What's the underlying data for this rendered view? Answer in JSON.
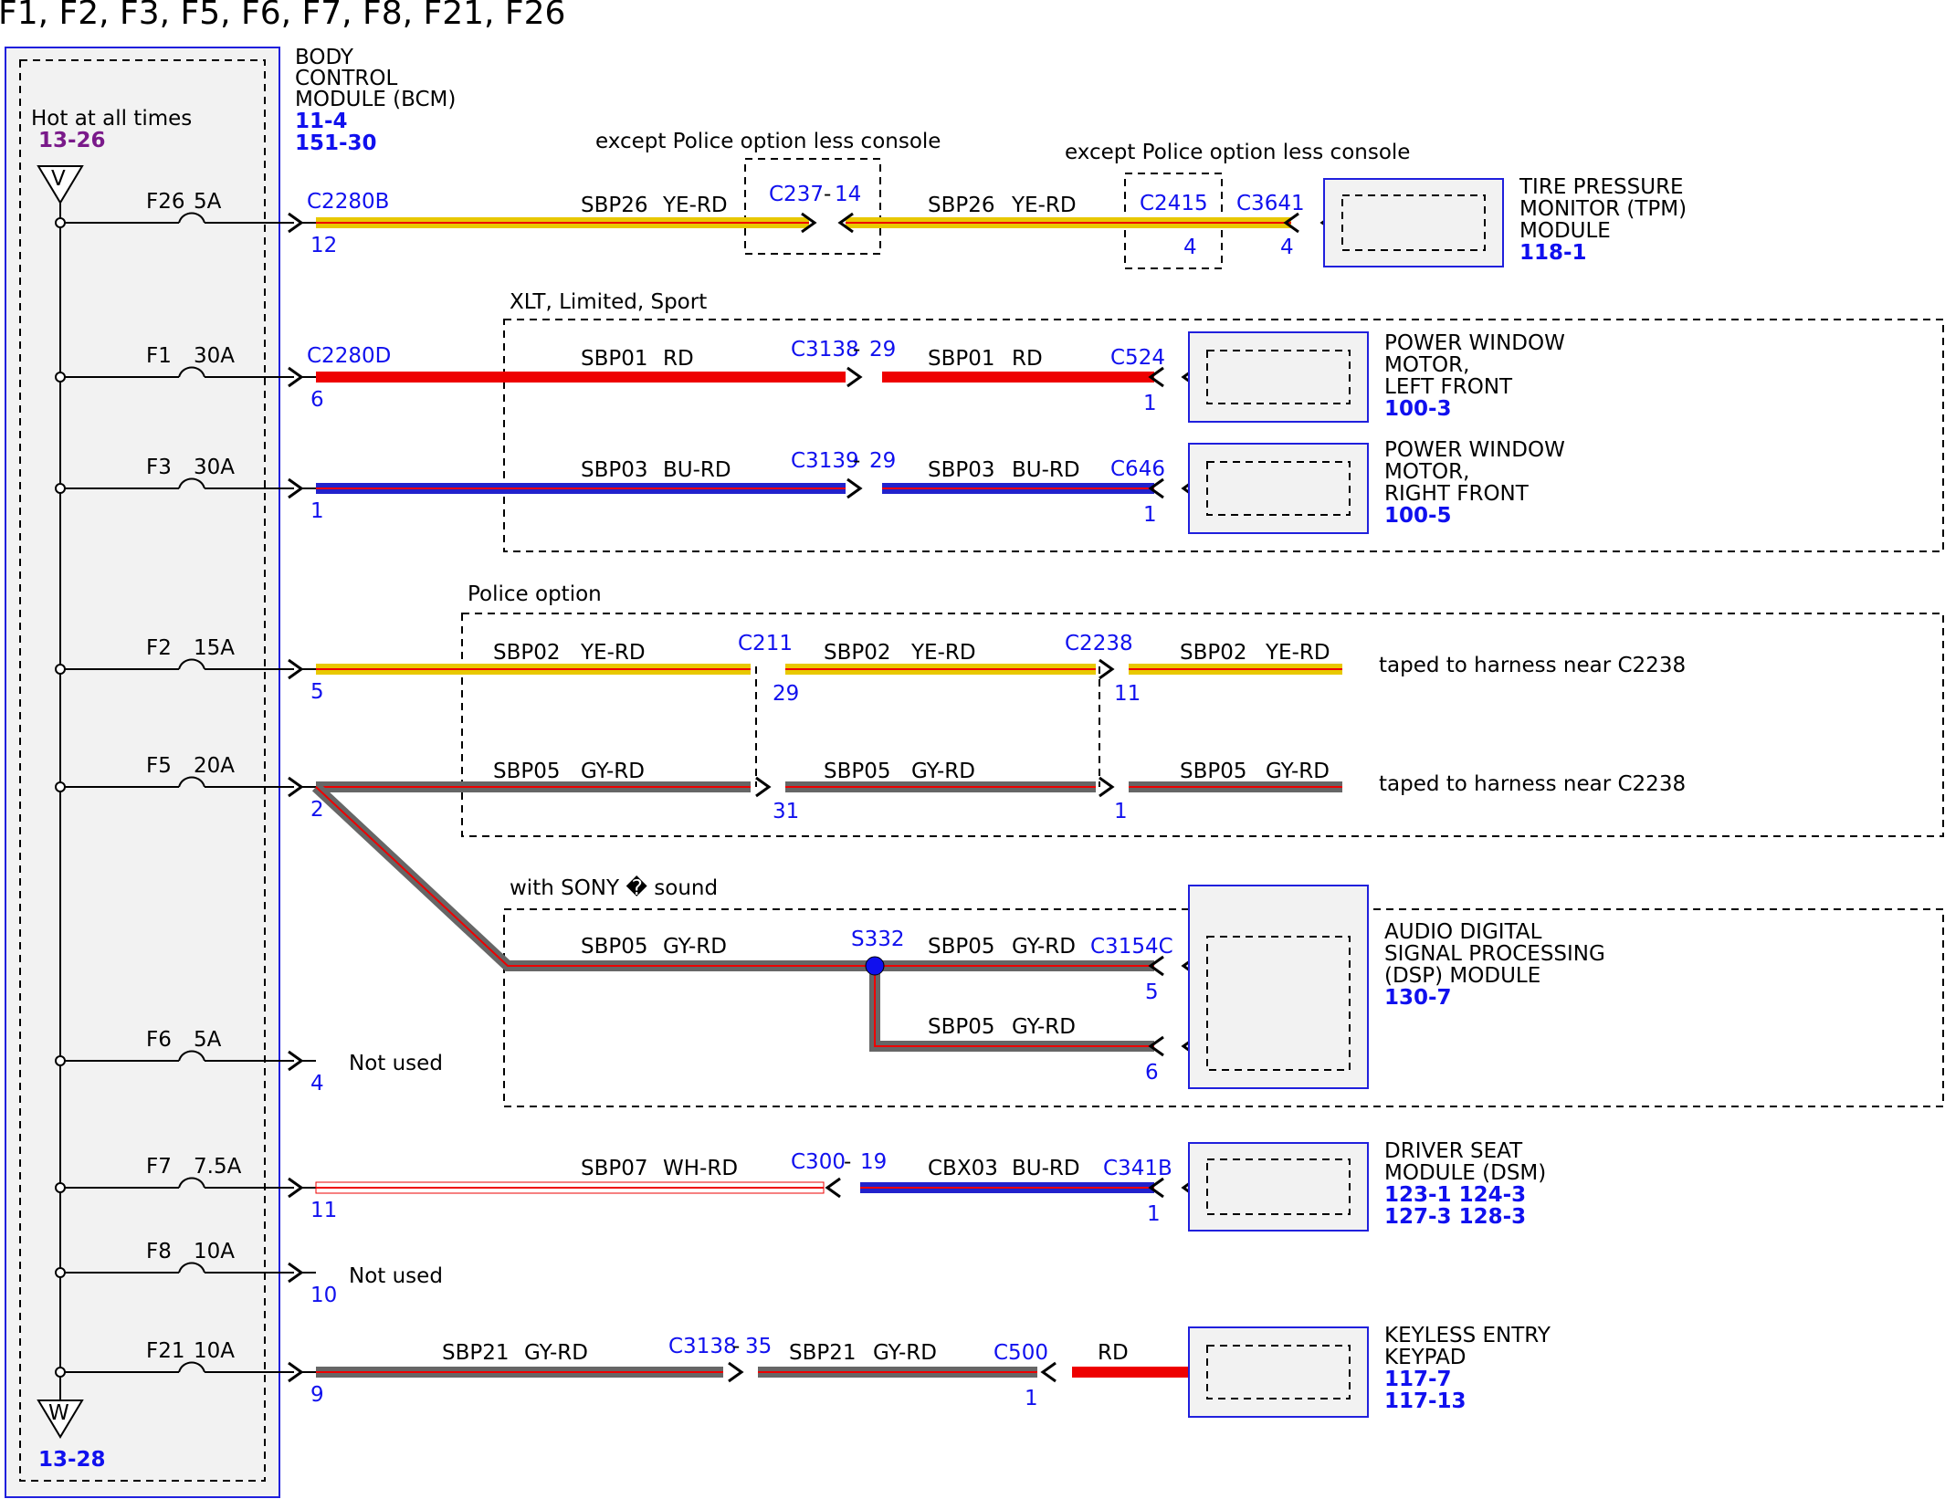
{
  "title": "F1, F2, F3, F5, F6, F7, F8, F21, F26",
  "bcm": {
    "label": [
      "BODY",
      "CONTROL",
      "MODULE (BCM)"
    ],
    "refs": [
      "11-4",
      "151-30"
    ],
    "hot_label": "Hot at all times",
    "hot_ref": "13-26",
    "top_symbol": "V",
    "bottom_symbol": "W",
    "bottom_ref": "13-28"
  },
  "fuses": [
    {
      "id": "F26",
      "name": "F26",
      "rating": "5A",
      "pin": "12",
      "connector": "C2280B"
    },
    {
      "id": "F1",
      "name": "F1",
      "rating": "30A",
      "pin": "6",
      "connector": "C2280D"
    },
    {
      "id": "F3",
      "name": "F3",
      "rating": "30A",
      "pin": "1",
      "connector": ""
    },
    {
      "id": "F2",
      "name": "F2",
      "rating": "15A",
      "pin": "5",
      "connector": ""
    },
    {
      "id": "F5",
      "name": "F5",
      "rating": "20A",
      "pin": "2",
      "connector": ""
    },
    {
      "id": "F6",
      "name": "F6",
      "rating": "5A",
      "pin": "4",
      "connector": ""
    },
    {
      "id": "F7",
      "name": "F7",
      "rating": "7.5A",
      "pin": "11",
      "connector": ""
    },
    {
      "id": "F8",
      "name": "F8",
      "rating": "10A",
      "pin": "10",
      "connector": ""
    },
    {
      "id": "F21",
      "name": "F21",
      "rating": "10A",
      "pin": "9",
      "connector": ""
    }
  ],
  "not_used": "Not used",
  "options": {
    "police_less_console": "except Police option less console",
    "xlt": "XLT, Limited, Sport",
    "police": "Police option",
    "sony": "with SONY � sound"
  },
  "wires": {
    "sbp26": "SBP26",
    "ye_rd": "YE-RD",
    "sbp01": "SBP01",
    "rd": "RD",
    "sbp03": "SBP03",
    "bu_rd": "BU-RD",
    "sbp02": "SBP02",
    "sbp05": "SBP05",
    "gy_rd": "GY-RD",
    "sbp07": "SBP07",
    "wh_rd": "WH-RD",
    "cbx03": "CBX03",
    "sbp21": "SBP21"
  },
  "connectors": {
    "c237": "C237",
    "c237_pin": "14",
    "c2415": "C2415",
    "c2415_pin": "4",
    "c3641": "C3641",
    "c3641_pin": "4",
    "c3138": "C3138",
    "c3138_pin": "29",
    "c524": "C524",
    "c524_pin": "1",
    "c3139": "C3139",
    "c3139_pin": "29",
    "c646": "C646",
    "c646_pin": "1",
    "c211": "C211",
    "c211_pin": "29",
    "c211_pin_b": "31",
    "c2238": "C2238",
    "c2238_pin": "11",
    "c2238_pin_b": "1",
    "s332": "S332",
    "c3154c": "C3154C",
    "c3154c_pin_a": "5",
    "c3154c_pin_b": "6",
    "c300": "C300",
    "c300_pin": "19",
    "c341b": "C341B",
    "c341b_pin": "1",
    "c3138b": "C3138",
    "c3138b_pin": "35",
    "c500": "C500",
    "c500_pin": "1",
    "dash": "-"
  },
  "taped_note": "taped to harness near C2238",
  "modules": {
    "tpm": {
      "lines": [
        "TIRE PRESSURE",
        "MONITOR (TPM)",
        "MODULE"
      ],
      "refs": [
        "118-1"
      ]
    },
    "pwlf": {
      "lines": [
        "POWER WINDOW",
        "MOTOR,",
        "LEFT FRONT"
      ],
      "refs": [
        "100-3"
      ]
    },
    "pwrf": {
      "lines": [
        "POWER WINDOW",
        "MOTOR,",
        "RIGHT FRONT"
      ],
      "refs": [
        "100-5"
      ]
    },
    "dsp": {
      "lines": [
        "AUDIO DIGITAL",
        "SIGNAL PROCESSING",
        "(DSP) MODULE"
      ],
      "refs": [
        "130-7"
      ]
    },
    "dsm": {
      "lines": [
        "DRIVER SEAT",
        "MODULE (DSM)"
      ],
      "refs": [
        "123-1 124-3",
        "127-3 128-3"
      ]
    },
    "keypad": {
      "lines": [
        "KEYLESS ENTRY",
        "KEYPAD"
      ],
      "refs": [
        "117-7",
        "117-13"
      ]
    }
  },
  "colors": {
    "yellow": "#e8c800",
    "red": "#ee0000",
    "blue": "#2222cc",
    "gray": "#666666",
    "white": "#ffffff",
    "label_blue": "#1010ee",
    "ref_purple": "#7a1a8a"
  }
}
